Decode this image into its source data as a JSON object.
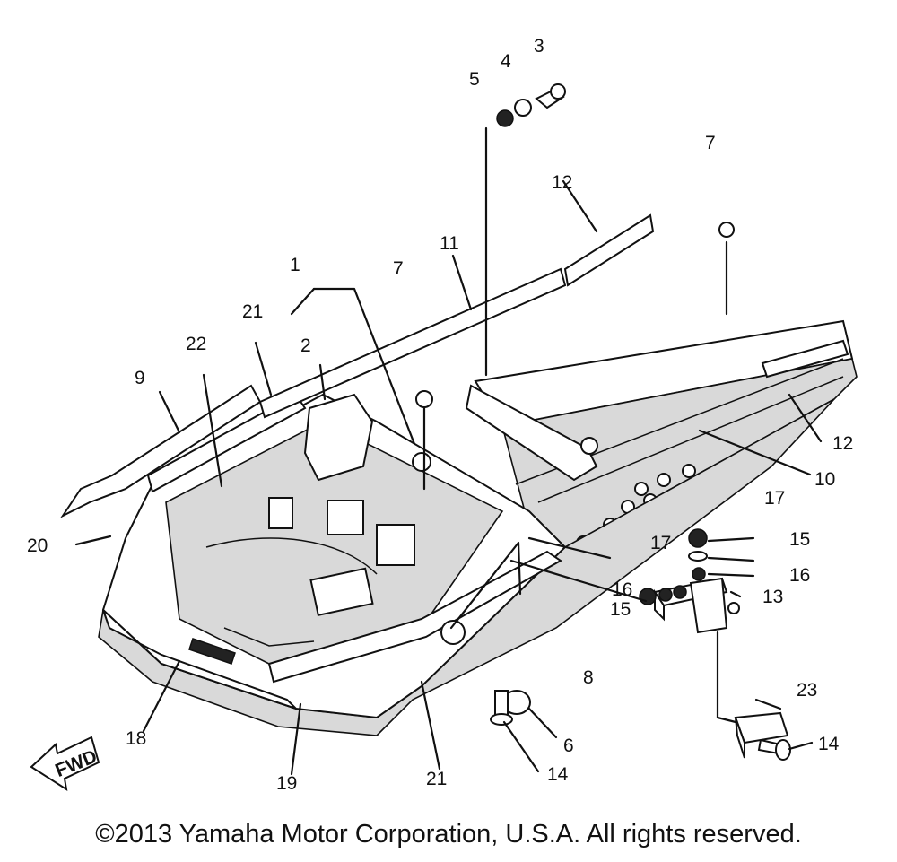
{
  "callouts": [
    "1",
    "2",
    "3",
    "4",
    "5",
    "6",
    "7",
    "7",
    "8",
    "9",
    "10",
    "11",
    "12",
    "12",
    "13",
    "14",
    "14",
    "15",
    "15",
    "16",
    "16",
    "17",
    "17",
    "18",
    "19",
    "20",
    "21",
    "21",
    "22",
    "23"
  ],
  "fwd_label": "FWD",
  "copyright": "©2013 Yamaha Motor Corporation, U.S.A. All rights reserved."
}
